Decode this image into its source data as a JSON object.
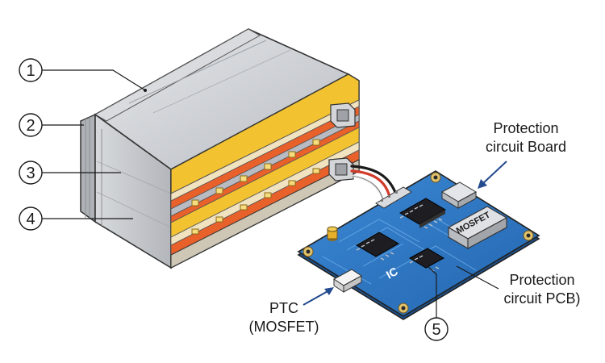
{
  "callouts": {
    "c1": "1",
    "c2": "2",
    "c3": "3",
    "c4": "4",
    "c5": "5"
  },
  "labels": {
    "protection_board_line1": "Protection",
    "protection_board_line2": "circuit Board",
    "protection_pcb_line1": "Protection",
    "protection_pcb_line2": "circuit PCB)",
    "ptc_line1": "PTC",
    "ptc_line2": "(MOSFET)"
  },
  "board_markings": {
    "ic": "IC",
    "mosfet": "MOSFET"
  },
  "colors": {
    "pouch_silver": "#c9ccd0",
    "cell_yellow": "#f2c230",
    "cell_orange": "#e8602a",
    "pcb_blue": "#2f7ac8",
    "chip_black": "#1e1e22",
    "arrow_blue": "#244a8f"
  }
}
